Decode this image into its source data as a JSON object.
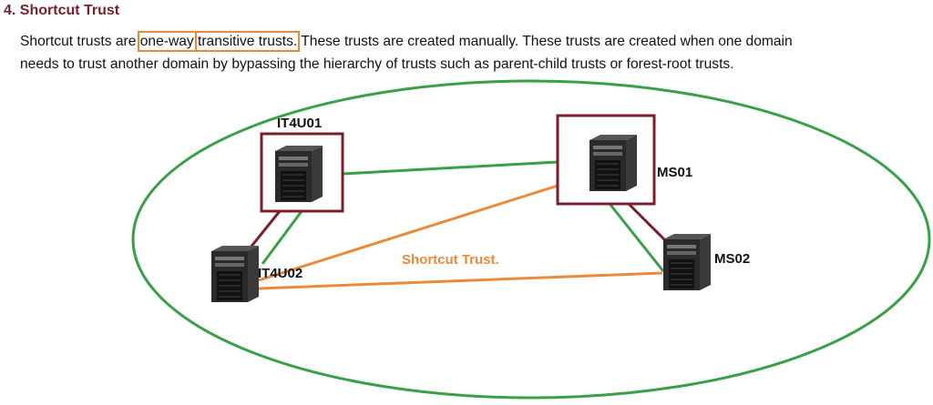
{
  "heading": {
    "number": "4.",
    "title": "Shortcut Trust"
  },
  "paragraph": {
    "pre": "Shortcut trusts are ",
    "highlight1": "one-way",
    "highlight2": "transitive trusts.",
    "line1_rest": " These trusts are created manually. These trusts are created when one domain",
    "line2": "needs to trust another domain by bypassing the hierarchy of trusts such as parent-child trusts or forest-root trusts."
  },
  "diagram": {
    "nodes": [
      "IT4U01",
      "MS01",
      "IT4U02",
      "MS02"
    ],
    "shortcut_label": "Shortcut Trust.",
    "colors": {
      "ellipse": "#3aa047",
      "maroon": "#7a1e2c",
      "orange": "#ec8a3c",
      "green": "#3aa047"
    }
  }
}
